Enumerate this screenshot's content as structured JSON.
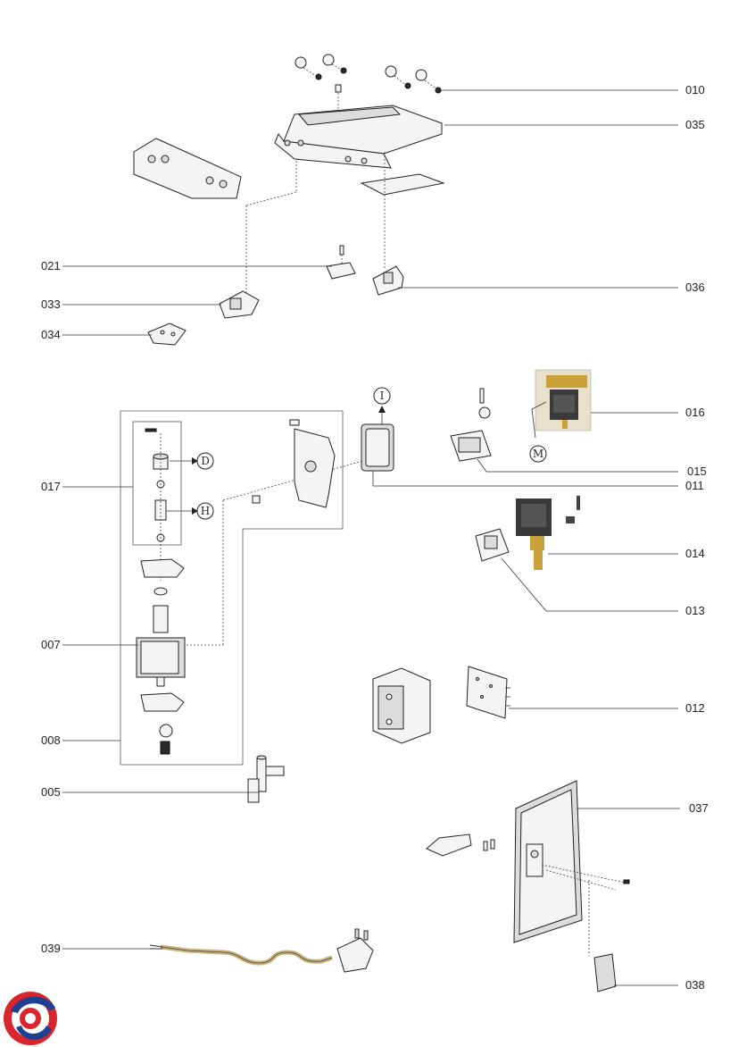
{
  "labels": {
    "l010": "010",
    "l035": "035",
    "l021": "021",
    "l036": "036",
    "l033": "033",
    "l034": "034",
    "l016": "016",
    "l017": "017",
    "l015": "015",
    "l011": "011",
    "l014": "014",
    "l013": "013",
    "l007": "007",
    "l012": "012",
    "l008": "008",
    "l005": "005",
    "l037": "037",
    "l039": "039",
    "l038": "038"
  },
  "callouts": {
    "d": "D",
    "h": "H",
    "i": "I",
    "m": "M"
  },
  "colors": {
    "logo_red": "#d8262c",
    "logo_blue": "#1f3f8f",
    "brass": "#c9a03a",
    "coil": "#3a3a3a"
  }
}
